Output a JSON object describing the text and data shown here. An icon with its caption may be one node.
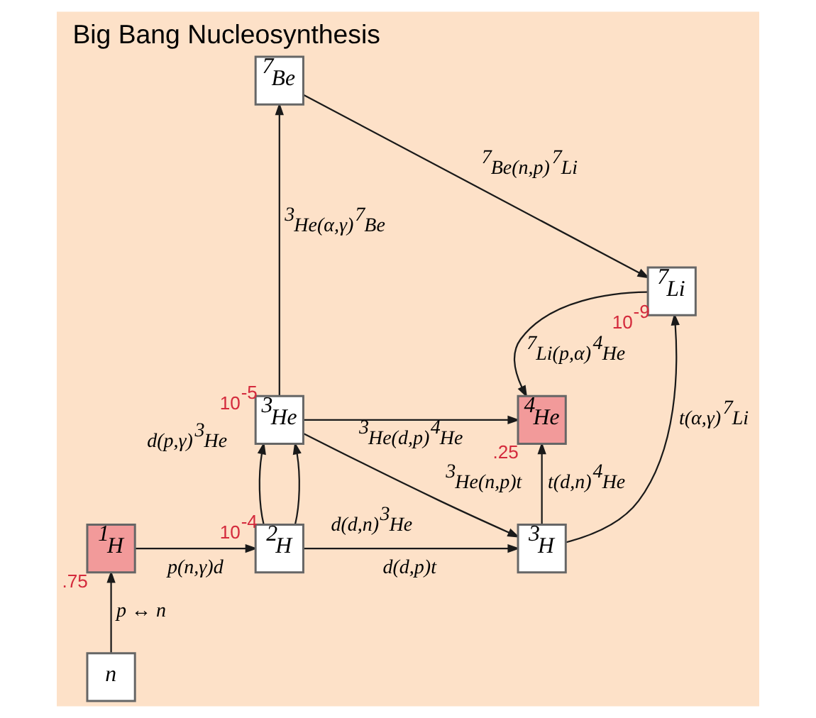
{
  "diagram": {
    "title": "Big Bang Nucleosynthesis",
    "nodes": [
      {
        "text": [
          "$^{7}$Be"
        ]
      },
      {
        "text": [
          "$^{7}$Li"
        ],
        "beside": [
          "10$^{-9}$"
        ]
      },
      {
        "text": [
          "$^{3}$He"
        ],
        "beside": [
          "10$^{-5}$"
        ]
      },
      {
        "text": [
          "$^{4}$He"
        ],
        "beside": [
          ".25"
        ]
      },
      {
        "text": [
          "$^{1}$H"
        ],
        "beside": [
          ".75"
        ]
      },
      {
        "text": [
          "$^{2}$H"
        ],
        "beside": [
          "10$^{-4}$"
        ]
      },
      {
        "text": [
          "$^{3}$H"
        ]
      },
      {
        "text": [
          "n"
        ]
      }
    ],
    "edges": [
      {
        "from": 7,
        "to": 4,
        "arrow": "to",
        "label": "p ↔ n"
      },
      {
        "from": 4,
        "to": 5,
        "arrow": "to",
        "label": "p(n,γ)d"
      },
      {
        "from": 5,
        "to": 6,
        "arrow": "to",
        "label": "d(d,p)t"
      },
      {
        "from": 5,
        "to": 2,
        "arrow": "to",
        "label": "d(p,γ)$^{3}$He"
      },
      {
        "from": 5,
        "to": 2,
        "arrow": "to",
        "label": "d(d,n)$^{3}$He"
      },
      {
        "from": 2,
        "to": 3,
        "arrow": "to",
        "label": "$^{3}$He(d,p)$^{4}$He"
      },
      {
        "from": 2,
        "to": 6,
        "arrow": "to",
        "label": "$^{3}$He(n,p)t"
      },
      {
        "from": 6,
        "to": 3,
        "arrow": "to",
        "label": "t(d,n)$^{4}$He"
      },
      {
        "from": 2,
        "to": 0,
        "arrow": "to",
        "label": "$^{3}$He(α,γ)$^{7}$Be"
      },
      {
        "from": 0,
        "to": 1,
        "arrow": "to",
        "label": "$^{7}$Be(n,p)$^{7}$Li"
      },
      {
        "from": 1,
        "to": 3,
        "arrow": "to",
        "label": "$^{7}$Li(p,α)$^{4}$He"
      },
      {
        "from": 6,
        "to": 1,
        "arrow": "to",
        "label": "t(α,γ)$^{7}$Li"
      }
    ]
  }
}
